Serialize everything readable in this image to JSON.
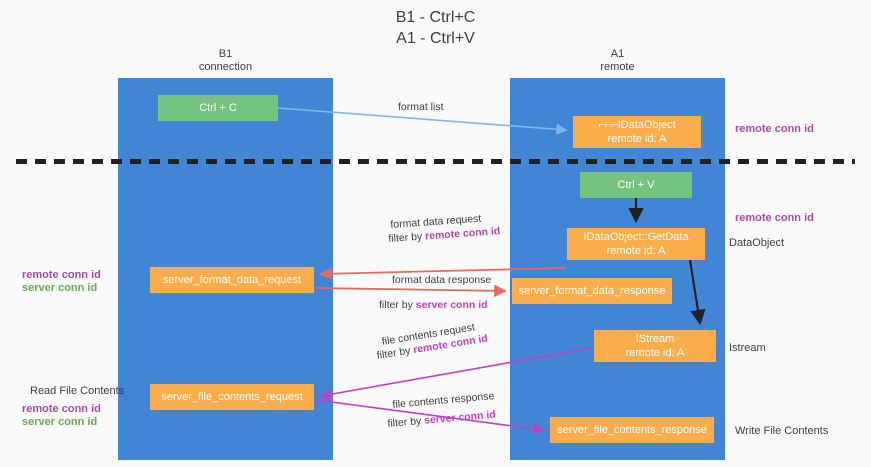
{
  "title": {
    "line1": "B1 - Ctrl+C",
    "line2": "A1 - Ctrl+V"
  },
  "lanes": [
    {
      "id": "b1",
      "name": "B1",
      "subtitle": "connection",
      "color": "#4285d4"
    },
    {
      "id": "a1",
      "name": "A1",
      "subtitle": "remote",
      "color": "#4285d4"
    }
  ],
  "colors": {
    "lane": "#4285d4",
    "green_box": "#76c280",
    "orange_box": "#fbad4b",
    "purple_text": "#a64ca6",
    "green_text": "#6aa84f",
    "magenta_arrow": "#c13fc1",
    "red_arrow": "#e8685f",
    "blue_arrow": "#7fb5e8",
    "black_arrow": "#202124",
    "page_bg": "#fafafa"
  },
  "boxes": {
    "ctrl_c": {
      "label": "Ctrl + C",
      "style": "green"
    },
    "idataobject_register": {
      "line1": "⌐⌐⌐IDataObject",
      "line2": "remote id: A",
      "style": "orange"
    },
    "ctrl_v": {
      "label": "Ctrl + V",
      "style": "green"
    },
    "getdata": {
      "line1": "IDataObject::GetData",
      "line2": "remote id: A",
      "style": "orange"
    },
    "server_format_data_request": {
      "label": "server_format_data_request",
      "style": "orange"
    },
    "server_format_data_response": {
      "label": "server_format_data_response",
      "style": "orange"
    },
    "istream": {
      "line1": "IStream",
      "line2": "remote id: A",
      "style": "orange"
    },
    "server_file_contents_request": {
      "label": "server_file_contents_request",
      "style": "orange"
    },
    "server_file_contents_response": {
      "label": "server_file_contents_response",
      "style": "orange"
    }
  },
  "edge_labels": {
    "format_list": "format list",
    "format_data_request": "format data request",
    "format_data_request_filter_prefix": "filter by ",
    "format_data_request_filter_value": "remote conn id",
    "format_data_response": "format data response",
    "format_data_response_filter_prefix": "filter by ",
    "format_data_response_filter_value": "server conn id",
    "file_contents_request": "file contents request",
    "file_contents_request_filter_prefix": "filter by ",
    "file_contents_request_filter_value": "remote conn id",
    "file_contents_response": "file contents response",
    "file_contents_response_filter_prefix": "filter by ",
    "file_contents_response_filter_value": "server conn id"
  },
  "right_notes": {
    "remote_conn_id_top": "remote conn id",
    "remote_conn_id_mid": "remote conn id",
    "dataobject": "DataObject",
    "istream": "Istream",
    "write_file_contents": "Write File Contents"
  },
  "left_notes": {
    "remote_conn_id_1": "remote conn id",
    "server_conn_id_1": "server conn id",
    "read_file_contents": "Read File Contents",
    "remote_conn_id_2": "remote conn id",
    "server_conn_id_2": "server conn id"
  }
}
